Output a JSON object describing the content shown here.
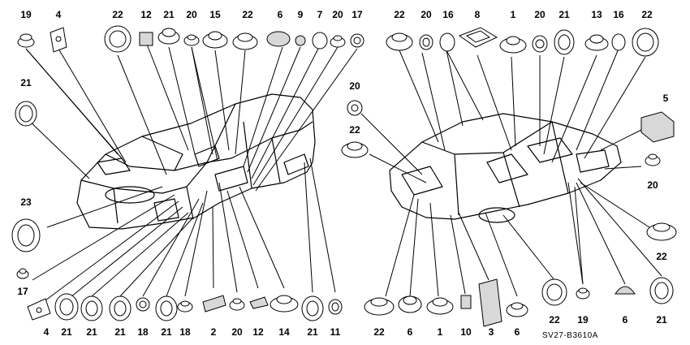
{
  "diagram": {
    "code": "SV27-B3610A",
    "top_left_labels": [
      "19",
      "4",
      "22",
      "12",
      "21",
      "20",
      "15",
      "22",
      "6",
      "9",
      "7",
      "20",
      "17"
    ],
    "top_right_labels": [
      "22",
      "20",
      "16",
      "8",
      "1",
      "20",
      "21",
      "13",
      "16",
      "22"
    ],
    "left_side_labels": [
      "21",
      "23",
      "17",
      "4"
    ],
    "bottom_left_labels": [
      "21",
      "21",
      "21",
      "18",
      "21",
      "18",
      "2",
      "20",
      "12",
      "14",
      "21",
      "11"
    ],
    "right_side_labels": [
      "20",
      "22",
      "5",
      "20",
      "22"
    ],
    "bottom_right_labels": [
      "22",
      "6",
      "1",
      "10",
      "3",
      "6",
      "22",
      "19",
      "6",
      "21"
    ]
  }
}
